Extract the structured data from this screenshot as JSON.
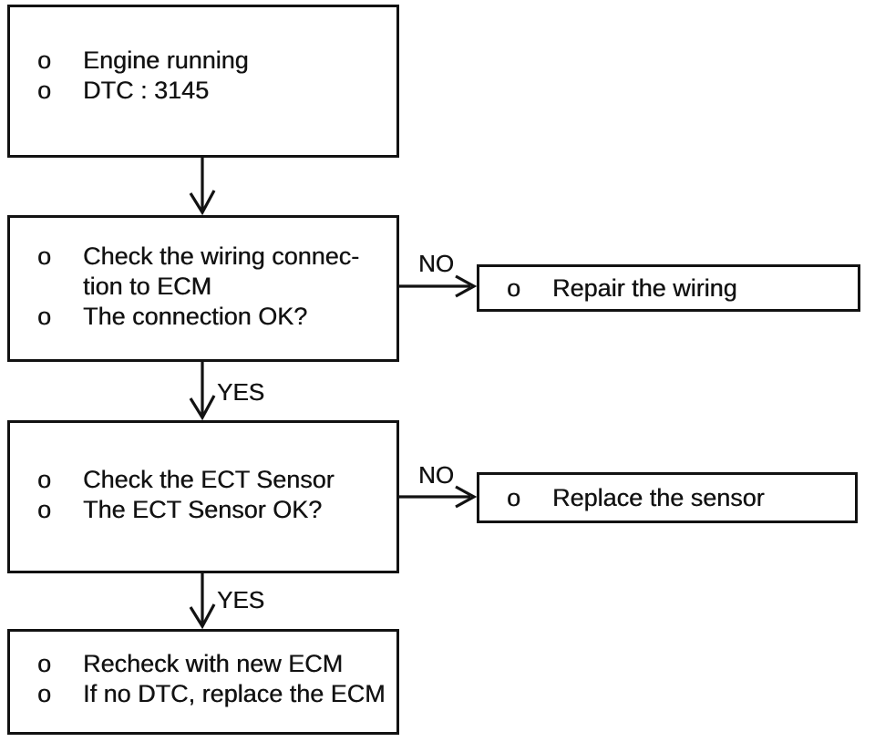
{
  "bullet_char": "o",
  "flowchart": {
    "start_box": {
      "items": [
        "Engine running",
        "DTC : 3145"
      ]
    },
    "check_wiring_box": {
      "items": [
        "Check the wiring connec-\ntion to ECM",
        "The connection OK?"
      ]
    },
    "repair_wiring_box": {
      "items": [
        "Repair the wiring"
      ]
    },
    "check_sensor_box": {
      "items": [
        "Check the ECT Sensor",
        "The ECT Sensor OK?"
      ]
    },
    "replace_sensor_box": {
      "items": [
        "Recheck with new ECM",
        "If no DTC, replace the ECM"
      ]
    },
    "replace_sensor_right_box": {
      "items": [
        "Replace the sensor"
      ]
    },
    "labels": {
      "no_wiring": "NO",
      "yes_wiring": "YES",
      "no_sensor": "NO",
      "yes_sensor": "YES"
    },
    "ink_color": "#121212",
    "background_color": "#ffffff"
  }
}
